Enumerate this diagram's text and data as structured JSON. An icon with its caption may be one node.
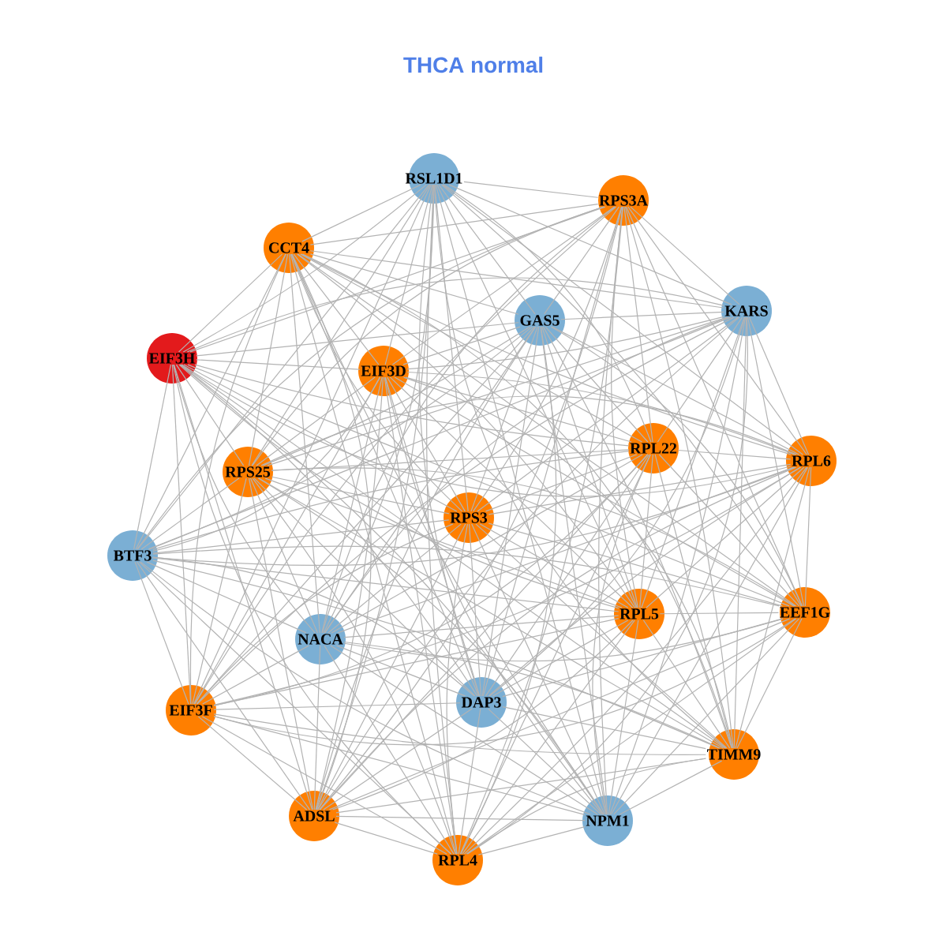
{
  "diagram": {
    "title": "THCA normal",
    "nodes": [
      {
        "text": [
          "RSL1D1"
        ]
      },
      {
        "text": [
          "RPS3A"
        ]
      },
      {
        "text": [
          "CCT4"
        ]
      },
      {
        "text": [
          "GAS5"
        ]
      },
      {
        "text": [
          "KARS"
        ]
      },
      {
        "text": [
          "EIF3H"
        ]
      },
      {
        "text": [
          "EIF3D"
        ]
      },
      {
        "text": [
          "RPL22"
        ]
      },
      {
        "text": [
          "RPL6"
        ]
      },
      {
        "text": [
          "RPS25"
        ]
      },
      {
        "text": [
          "RPS3"
        ]
      },
      {
        "text": [
          "BTF3"
        ]
      },
      {
        "text": [
          "NACA"
        ]
      },
      {
        "text": [
          "RPL5"
        ]
      },
      {
        "text": [
          "EEF1G"
        ]
      },
      {
        "text": [
          "EIF3F"
        ]
      },
      {
        "text": [
          "DAP3"
        ]
      },
      {
        "text": [
          "TIMM9"
        ]
      },
      {
        "text": [
          "ADSL"
        ]
      },
      {
        "text": [
          "NPM1"
        ]
      },
      {
        "text": [
          "RPL4"
        ]
      }
    ],
    "edges": [
      {
        "from": 0,
        "to": 1,
        "arrow": "none"
      },
      {
        "from": 0,
        "to": 2,
        "arrow": "none"
      },
      {
        "from": 0,
        "to": 3,
        "arrow": "none"
      },
      {
        "from": 0,
        "to": 4,
        "arrow": "none"
      },
      {
        "from": 0,
        "to": 5,
        "arrow": "none"
      },
      {
        "from": 0,
        "to": 6,
        "arrow": "none"
      },
      {
        "from": 0,
        "to": 7,
        "arrow": "none"
      },
      {
        "from": 0,
        "to": 8,
        "arrow": "none"
      },
      {
        "from": 0,
        "to": 9,
        "arrow": "none"
      },
      {
        "from": 0,
        "to": 10,
        "arrow": "none"
      },
      {
        "from": 0,
        "to": 11,
        "arrow": "none"
      },
      {
        "from": 0,
        "to": 12,
        "arrow": "none"
      },
      {
        "from": 0,
        "to": 13,
        "arrow": "none"
      },
      {
        "from": 0,
        "to": 14,
        "arrow": "none"
      },
      {
        "from": 0,
        "to": 15,
        "arrow": "none"
      },
      {
        "from": 0,
        "to": 16,
        "arrow": "none"
      },
      {
        "from": 0,
        "to": 17,
        "arrow": "none"
      },
      {
        "from": 0,
        "to": 18,
        "arrow": "none"
      },
      {
        "from": 0,
        "to": 19,
        "arrow": "none"
      },
      {
        "from": 0,
        "to": 20,
        "arrow": "none"
      },
      {
        "from": 1,
        "to": 2,
        "arrow": "none"
      },
      {
        "from": 1,
        "to": 3,
        "arrow": "none"
      },
      {
        "from": 1,
        "to": 4,
        "arrow": "none"
      },
      {
        "from": 1,
        "to": 5,
        "arrow": "none"
      },
      {
        "from": 1,
        "to": 6,
        "arrow": "none"
      },
      {
        "from": 1,
        "to": 7,
        "arrow": "none"
      },
      {
        "from": 1,
        "to": 8,
        "arrow": "none"
      },
      {
        "from": 1,
        "to": 9,
        "arrow": "none"
      },
      {
        "from": 1,
        "to": 10,
        "arrow": "none"
      },
      {
        "from": 1,
        "to": 11,
        "arrow": "none"
      },
      {
        "from": 1,
        "to": 12,
        "arrow": "none"
      },
      {
        "from": 1,
        "to": 13,
        "arrow": "none"
      },
      {
        "from": 1,
        "to": 14,
        "arrow": "none"
      },
      {
        "from": 1,
        "to": 15,
        "arrow": "none"
      },
      {
        "from": 1,
        "to": 16,
        "arrow": "none"
      },
      {
        "from": 1,
        "to": 17,
        "arrow": "none"
      },
      {
        "from": 1,
        "to": 18,
        "arrow": "none"
      },
      {
        "from": 1,
        "to": 19,
        "arrow": "none"
      },
      {
        "from": 1,
        "to": 20,
        "arrow": "none"
      },
      {
        "from": 2,
        "to": 3,
        "arrow": "none"
      },
      {
        "from": 2,
        "to": 4,
        "arrow": "none"
      },
      {
        "from": 2,
        "to": 5,
        "arrow": "none"
      },
      {
        "from": 2,
        "to": 6,
        "arrow": "none"
      },
      {
        "from": 2,
        "to": 7,
        "arrow": "none"
      },
      {
        "from": 2,
        "to": 8,
        "arrow": "none"
      },
      {
        "from": 2,
        "to": 9,
        "arrow": "none"
      },
      {
        "from": 2,
        "to": 10,
        "arrow": "none"
      },
      {
        "from": 2,
        "to": 11,
        "arrow": "none"
      },
      {
        "from": 2,
        "to": 12,
        "arrow": "none"
      },
      {
        "from": 2,
        "to": 13,
        "arrow": "none"
      },
      {
        "from": 2,
        "to": 14,
        "arrow": "none"
      },
      {
        "from": 2,
        "to": 15,
        "arrow": "none"
      },
      {
        "from": 2,
        "to": 16,
        "arrow": "none"
      },
      {
        "from": 2,
        "to": 17,
        "arrow": "none"
      },
      {
        "from": 2,
        "to": 18,
        "arrow": "none"
      },
      {
        "from": 2,
        "to": 19,
        "arrow": "none"
      },
      {
        "from": 2,
        "to": 20,
        "arrow": "none"
      },
      {
        "from": 3,
        "to": 4,
        "arrow": "none"
      },
      {
        "from": 3,
        "to": 5,
        "arrow": "none"
      },
      {
        "from": 3,
        "to": 6,
        "arrow": "none"
      },
      {
        "from": 3,
        "to": 7,
        "arrow": "none"
      },
      {
        "from": 3,
        "to": 8,
        "arrow": "none"
      },
      {
        "from": 3,
        "to": 9,
        "arrow": "none"
      },
      {
        "from": 3,
        "to": 10,
        "arrow": "none"
      },
      {
        "from": 3,
        "to": 11,
        "arrow": "none"
      },
      {
        "from": 3,
        "to": 12,
        "arrow": "none"
      },
      {
        "from": 3,
        "to": 13,
        "arrow": "none"
      },
      {
        "from": 3,
        "to": 14,
        "arrow": "none"
      },
      {
        "from": 3,
        "to": 15,
        "arrow": "none"
      },
      {
        "from": 3,
        "to": 16,
        "arrow": "none"
      },
      {
        "from": 3,
        "to": 17,
        "arrow": "none"
      },
      {
        "from": 3,
        "to": 18,
        "arrow": "none"
      },
      {
        "from": 3,
        "to": 19,
        "arrow": "none"
      },
      {
        "from": 3,
        "to": 20,
        "arrow": "none"
      },
      {
        "from": 4,
        "to": 5,
        "arrow": "none"
      },
      {
        "from": 4,
        "to": 6,
        "arrow": "none"
      },
      {
        "from": 4,
        "to": 7,
        "arrow": "none"
      },
      {
        "from": 4,
        "to": 8,
        "arrow": "none"
      },
      {
        "from": 4,
        "to": 9,
        "arrow": "none"
      },
      {
        "from": 4,
        "to": 10,
        "arrow": "none"
      },
      {
        "from": 4,
        "to": 11,
        "arrow": "none"
      },
      {
        "from": 4,
        "to": 12,
        "arrow": "none"
      },
      {
        "from": 4,
        "to": 13,
        "arrow": "none"
      },
      {
        "from": 4,
        "to": 14,
        "arrow": "none"
      },
      {
        "from": 4,
        "to": 15,
        "arrow": "none"
      },
      {
        "from": 4,
        "to": 16,
        "arrow": "none"
      },
      {
        "from": 4,
        "to": 17,
        "arrow": "none"
      },
      {
        "from": 4,
        "to": 18,
        "arrow": "none"
      },
      {
        "from": 4,
        "to": 19,
        "arrow": "none"
      },
      {
        "from": 4,
        "to": 20,
        "arrow": "none"
      },
      {
        "from": 5,
        "to": 6,
        "arrow": "none"
      },
      {
        "from": 5,
        "to": 7,
        "arrow": "none"
      },
      {
        "from": 5,
        "to": 8,
        "arrow": "none"
      },
      {
        "from": 5,
        "to": 9,
        "arrow": "none"
      },
      {
        "from": 5,
        "to": 10,
        "arrow": "none"
      },
      {
        "from": 5,
        "to": 11,
        "arrow": "none"
      },
      {
        "from": 5,
        "to": 12,
        "arrow": "none"
      },
      {
        "from": 5,
        "to": 13,
        "arrow": "none"
      },
      {
        "from": 5,
        "to": 14,
        "arrow": "none"
      },
      {
        "from": 5,
        "to": 15,
        "arrow": "none"
      },
      {
        "from": 5,
        "to": 16,
        "arrow": "none"
      },
      {
        "from": 5,
        "to": 17,
        "arrow": "none"
      },
      {
        "from": 5,
        "to": 18,
        "arrow": "none"
      },
      {
        "from": 5,
        "to": 19,
        "arrow": "none"
      },
      {
        "from": 5,
        "to": 20,
        "arrow": "none"
      },
      {
        "from": 6,
        "to": 7,
        "arrow": "none"
      },
      {
        "from": 6,
        "to": 8,
        "arrow": "none"
      },
      {
        "from": 6,
        "to": 9,
        "arrow": "none"
      },
      {
        "from": 6,
        "to": 10,
        "arrow": "none"
      },
      {
        "from": 6,
        "to": 11,
        "arrow": "none"
      },
      {
        "from": 6,
        "to": 12,
        "arrow": "none"
      },
      {
        "from": 6,
        "to": 13,
        "arrow": "none"
      },
      {
        "from": 6,
        "to": 14,
        "arrow": "none"
      },
      {
        "from": 6,
        "to": 15,
        "arrow": "none"
      },
      {
        "from": 6,
        "to": 16,
        "arrow": "none"
      },
      {
        "from": 6,
        "to": 17,
        "arrow": "none"
      },
      {
        "from": 6,
        "to": 18,
        "arrow": "none"
      },
      {
        "from": 6,
        "to": 19,
        "arrow": "none"
      },
      {
        "from": 6,
        "to": 20,
        "arrow": "none"
      },
      {
        "from": 7,
        "to": 8,
        "arrow": "none"
      },
      {
        "from": 7,
        "to": 9,
        "arrow": "none"
      },
      {
        "from": 7,
        "to": 10,
        "arrow": "none"
      },
      {
        "from": 7,
        "to": 11,
        "arrow": "none"
      },
      {
        "from": 7,
        "to": 12,
        "arrow": "none"
      },
      {
        "from": 7,
        "to": 13,
        "arrow": "none"
      },
      {
        "from": 7,
        "to": 14,
        "arrow": "none"
      },
      {
        "from": 7,
        "to": 15,
        "arrow": "none"
      },
      {
        "from": 7,
        "to": 16,
        "arrow": "none"
      },
      {
        "from": 7,
        "to": 17,
        "arrow": "none"
      },
      {
        "from": 7,
        "to": 18,
        "arrow": "none"
      },
      {
        "from": 7,
        "to": 19,
        "arrow": "none"
      },
      {
        "from": 7,
        "to": 20,
        "arrow": "none"
      },
      {
        "from": 8,
        "to": 9,
        "arrow": "none"
      },
      {
        "from": 8,
        "to": 10,
        "arrow": "none"
      },
      {
        "from": 8,
        "to": 11,
        "arrow": "none"
      },
      {
        "from": 8,
        "to": 12,
        "arrow": "none"
      },
      {
        "from": 8,
        "to": 13,
        "arrow": "none"
      },
      {
        "from": 8,
        "to": 14,
        "arrow": "none"
      },
      {
        "from": 8,
        "to": 15,
        "arrow": "none"
      },
      {
        "from": 8,
        "to": 16,
        "arrow": "none"
      },
      {
        "from": 8,
        "to": 17,
        "arrow": "none"
      },
      {
        "from": 8,
        "to": 18,
        "arrow": "none"
      },
      {
        "from": 8,
        "to": 19,
        "arrow": "none"
      },
      {
        "from": 8,
        "to": 20,
        "arrow": "none"
      },
      {
        "from": 9,
        "to": 10,
        "arrow": "none"
      },
      {
        "from": 9,
        "to": 11,
        "arrow": "none"
      },
      {
        "from": 9,
        "to": 12,
        "arrow": "none"
      },
      {
        "from": 9,
        "to": 13,
        "arrow": "none"
      },
      {
        "from": 9,
        "to": 14,
        "arrow": "none"
      },
      {
        "from": 9,
        "to": 15,
        "arrow": "none"
      },
      {
        "from": 9,
        "to": 16,
        "arrow": "none"
      },
      {
        "from": 9,
        "to": 17,
        "arrow": "none"
      },
      {
        "from": 9,
        "to": 18,
        "arrow": "none"
      },
      {
        "from": 9,
        "to": 19,
        "arrow": "none"
      },
      {
        "from": 9,
        "to": 20,
        "arrow": "none"
      },
      {
        "from": 10,
        "to": 11,
        "arrow": "none"
      },
      {
        "from": 10,
        "to": 12,
        "arrow": "none"
      },
      {
        "from": 10,
        "to": 13,
        "arrow": "none"
      },
      {
        "from": 10,
        "to": 14,
        "arrow": "none"
      },
      {
        "from": 10,
        "to": 15,
        "arrow": "none"
      },
      {
        "from": 10,
        "to": 16,
        "arrow": "none"
      },
      {
        "from": 10,
        "to": 17,
        "arrow": "none"
      },
      {
        "from": 10,
        "to": 18,
        "arrow": "none"
      },
      {
        "from": 10,
        "to": 19,
        "arrow": "none"
      },
      {
        "from": 10,
        "to": 20,
        "arrow": "none"
      },
      {
        "from": 11,
        "to": 12,
        "arrow": "none"
      },
      {
        "from": 11,
        "to": 13,
        "arrow": "none"
      },
      {
        "from": 11,
        "to": 14,
        "arrow": "none"
      },
      {
        "from": 11,
        "to": 15,
        "arrow": "none"
      },
      {
        "from": 11,
        "to": 16,
        "arrow": "none"
      },
      {
        "from": 11,
        "to": 17,
        "arrow": "none"
      },
      {
        "from": 11,
        "to": 18,
        "arrow": "none"
      },
      {
        "from": 11,
        "to": 19,
        "arrow": "none"
      },
      {
        "from": 11,
        "to": 20,
        "arrow": "none"
      },
      {
        "from": 12,
        "to": 13,
        "arrow": "none"
      },
      {
        "from": 12,
        "to": 14,
        "arrow": "none"
      },
      {
        "from": 12,
        "to": 15,
        "arrow": "none"
      },
      {
        "from": 12,
        "to": 16,
        "arrow": "none"
      },
      {
        "from": 12,
        "to": 17,
        "arrow": "none"
      },
      {
        "from": 12,
        "to": 18,
        "arrow": "none"
      },
      {
        "from": 12,
        "to": 19,
        "arrow": "none"
      },
      {
        "from": 12,
        "to": 20,
        "arrow": "none"
      },
      {
        "from": 13,
        "to": 14,
        "arrow": "none"
      },
      {
        "from": 13,
        "to": 15,
        "arrow": "none"
      },
      {
        "from": 13,
        "to": 16,
        "arrow": "none"
      },
      {
        "from": 13,
        "to": 17,
        "arrow": "none"
      },
      {
        "from": 13,
        "to": 18,
        "arrow": "none"
      },
      {
        "from": 13,
        "to": 19,
        "arrow": "none"
      },
      {
        "from": 13,
        "to": 20,
        "arrow": "none"
      },
      {
        "from": 14,
        "to": 15,
        "arrow": "none"
      },
      {
        "from": 14,
        "to": 16,
        "arrow": "none"
      },
      {
        "from": 14,
        "to": 17,
        "arrow": "none"
      },
      {
        "from": 14,
        "to": 18,
        "arrow": "none"
      },
      {
        "from": 14,
        "to": 19,
        "arrow": "none"
      },
      {
        "from": 14,
        "to": 20,
        "arrow": "none"
      },
      {
        "from": 15,
        "to": 16,
        "arrow": "none"
      },
      {
        "from": 15,
        "to": 17,
        "arrow": "none"
      },
      {
        "from": 15,
        "to": 18,
        "arrow": "none"
      },
      {
        "from": 15,
        "to": 19,
        "arrow": "none"
      },
      {
        "from": 15,
        "to": 20,
        "arrow": "none"
      },
      {
        "from": 16,
        "to": 17,
        "arrow": "none"
      },
      {
        "from": 16,
        "to": 18,
        "arrow": "none"
      },
      {
        "from": 16,
        "to": 19,
        "arrow": "none"
      },
      {
        "from": 16,
        "to": 20,
        "arrow": "none"
      },
      {
        "from": 17,
        "to": 18,
        "arrow": "none"
      },
      {
        "from": 17,
        "to": 19,
        "arrow": "none"
      },
      {
        "from": 17,
        "to": 20,
        "arrow": "none"
      },
      {
        "from": 18,
        "to": 19,
        "arrow": "none"
      },
      {
        "from": 18,
        "to": 20,
        "arrow": "none"
      },
      {
        "from": 19,
        "to": 20,
        "arrow": "none"
      }
    ]
  }
}
